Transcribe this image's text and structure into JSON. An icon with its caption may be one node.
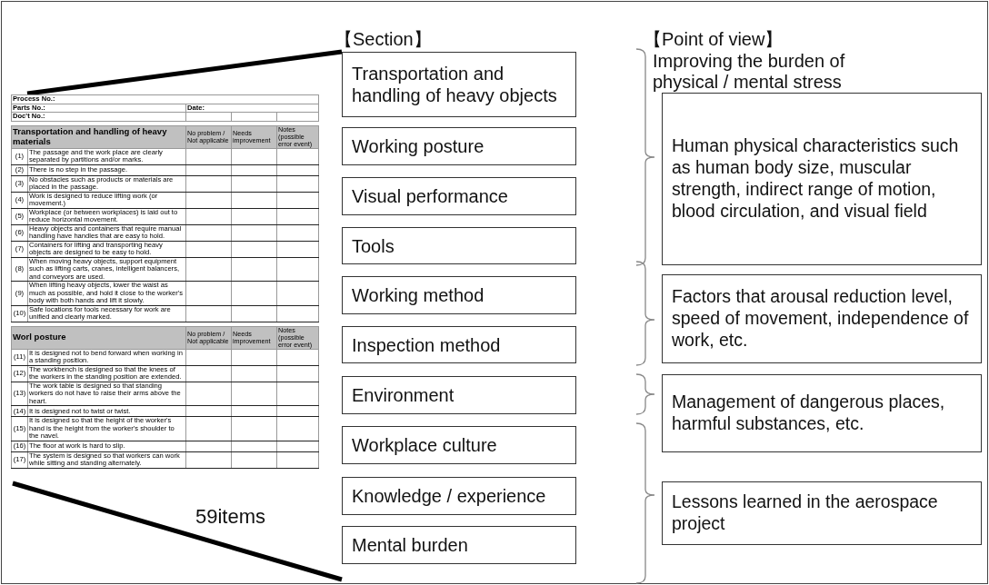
{
  "diagram": {
    "nodes": [
      {
        "text": [
          "Transportation and handling of heavy objects"
        ]
      },
      {
        "text": [
          "Working posture"
        ]
      },
      {
        "text": [
          "Visual performance"
        ]
      },
      {
        "text": [
          "Tools"
        ]
      },
      {
        "text": [
          "Working method"
        ]
      },
      {
        "text": [
          "Inspection method"
        ]
      },
      {
        "text": [
          "Environment"
        ]
      },
      {
        "text": [
          "Workplace culture"
        ]
      },
      {
        "text": [
          "Knowledge / experience"
        ]
      },
      {
        "text": [
          "Mental burden"
        ]
      },
      {
        "text": [
          "Human physical characteristics such as human body size, muscular strength, indirect range of motion, blood circulation, and visual field"
        ]
      },
      {
        "text": [
          "Factors that arousal reduction level, speed of movement, independence of work, etc."
        ]
      },
      {
        "text": [
          "Management of dangerous places, harmful substances, etc."
        ]
      },
      {
        "text": [
          "Lessons learned in the aerospace project"
        ]
      }
    ],
    "edges": [],
    "labels": [
      "【Section】",
      "【Point of view】",
      "Improving the burden of physical / mental stress",
      "59items",
      "Process No.:",
      "Parts No.:",
      "Date:",
      "Doc't No.:",
      "Transportation and handling of heavy materials",
      "No problem / Not applicable",
      "Needs improvement",
      "Notes (possible error event)",
      "(1)",
      "The passage and the work place are clearly separated by partitions and/or marks.",
      "(2)",
      "There is no step in the passage.",
      "(3)",
      "No obstacles such as products or materials are placed in the passage.",
      "(4)",
      "Work is designed to reduce lifting work (or movement.)",
      "(5)",
      "Workplace (or between workplaces) is laid out to reduce horizontal movement.",
      "(6)",
      "Heavy objects and containers that require manual handling have handles that are easy to hold.",
      "(7)",
      "Containers for lifting and transporting heavy objects are designed to be easy to hold.",
      "(8)",
      "When moving heavy objects, support equipment such as lifting carts, cranes, intelligent balancers, and conveyors are used.",
      "(9)",
      "When lifting heavy objects, lower the waist as much as possible, and hold it close to the worker's body with both hands and lift it slowly.",
      "(10)",
      "Safe locations for tools necessary for work are unified and clearly marked.",
      "Worl posture",
      "No problem / Not applicable",
      "Needs improvement",
      "Notes (possible error event)",
      "(11)",
      "It is designed not to bend forward when working in a standing position.",
      "(12)",
      "The workbench is designed so that the knees of the workers in the standing position are extended.",
      "(13)",
      "The work table is designed so that standing workers do not have to raise their arms above the heart.",
      "(14)",
      "It is designed not to twist or twist.",
      "(15)",
      "It is designed so that the height of the worker's hand is the height from the worker's shoulder to the navel.",
      "(16)",
      "The floor at work is hard to slip.",
      "(17)",
      "The system is designed so that workers can work while sitting and standing alternately."
    ]
  }
}
